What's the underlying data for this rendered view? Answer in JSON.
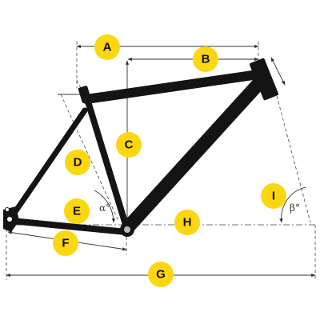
{
  "labels": {
    "a": "A",
    "b": "B",
    "c": "C",
    "d": "D",
    "e": "E",
    "f": "F",
    "g": "G",
    "h": "H",
    "i": "I"
  },
  "angles": {
    "alpha": "α°",
    "beta": "β°"
  },
  "colors": {
    "badge": "#fcd60f",
    "frame": "#141414",
    "dimension_line": "#333333",
    "background": "#ffffff"
  }
}
